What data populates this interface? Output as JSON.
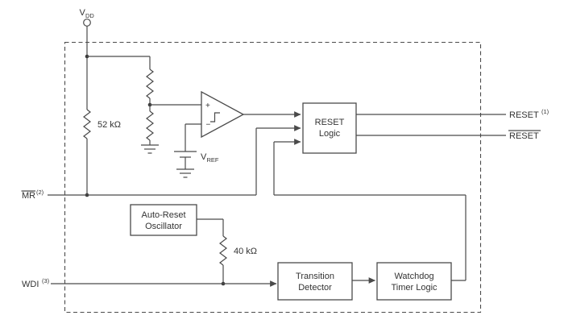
{
  "diagram": {
    "pins": {
      "vdd": {
        "name": "V",
        "sub": "DD"
      },
      "mr": {
        "name": "MR",
        "sup": "(2)"
      },
      "wdi": {
        "name": "WDI",
        "sup": "(3)"
      },
      "reset": {
        "name": "RESET",
        "sup": "(1)"
      },
      "reset_bar": {
        "name": "RESET"
      }
    },
    "components": {
      "r_pullup": "52 kΩ",
      "r_watchdog": "40 kΩ",
      "vref": {
        "name": "V",
        "sub": "REF"
      },
      "comparator": {
        "plus": "+",
        "minus": "−"
      }
    },
    "blocks": {
      "reset_logic": {
        "line1": "RESET",
        "line2": "Logic"
      },
      "auto_reset_oscillator": {
        "line1": "Auto-Reset",
        "line2": "Oscillator"
      },
      "transition_detector": {
        "line1": "Transition",
        "line2": "Detector"
      },
      "watchdog_timer_logic": {
        "line1": "Watchdog",
        "line2": "Timer Logic"
      }
    },
    "colors": {
      "line": "#4a4a4a",
      "text": "#333333",
      "background": "#ffffff"
    }
  }
}
